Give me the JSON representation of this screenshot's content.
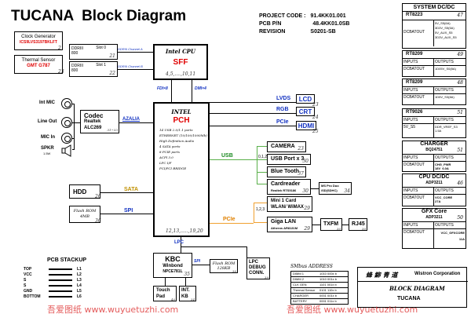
{
  "header": {
    "title": "TUCANA  Block Diagram",
    "project_code_label": "PROJECT CODE :",
    "project_code": "91.4KK01.001",
    "pcb_pn_label": "PCB P/N",
    "pcb_pn": "48.4KK01.0SB",
    "revision_label": "REVISION",
    "revision": "S0201-SB"
  },
  "clock_gen": {
    "title": "Clock Generator",
    "part": "ICS9LVS3197BKLFT",
    "page": "2"
  },
  "thermal": {
    "title": "Thermal Sensor",
    "part": "GMT G787",
    "page": "23"
  },
  "ddr0": {
    "label": "DDRIII\n800",
    "slot": "Slot 0",
    "page": "21",
    "channel": "DDRIII Channel A"
  },
  "ddr1": {
    "label": "DDRIII\n800",
    "slot": "Slot 1",
    "page": "22",
    "channel": "DDRIII Channel B"
  },
  "cpu": {
    "title": "Intel CPU",
    "name": "SFF",
    "pages": "4,5,....,10,11"
  },
  "links": {
    "fdi": "FDI×8",
    "dmi": "DMI×4",
    "azalia": "AZALIA",
    "sata": "SATA",
    "spi": "SPI",
    "lpc": "LPC",
    "usb": "USB",
    "pcie": "PCIe",
    "lvds": "LVDS",
    "rgb": "RGB",
    "pcie_hdmi": "PCIe",
    "spi2": "SPI"
  },
  "pch": {
    "vendor": "INTEL",
    "name": "PCH",
    "features": [
      "14 USB 2.0/1.1 ports",
      "ETHERNET    (10/100/1000Mb)",
      "High Definition Audio",
      "4 SATA ports",
      "8 PCIE ports",
      "ACPI 3.0",
      "LPC I/F",
      "PCI/PCI BRIDGE"
    ],
    "pages": "12,13,.....,19,20"
  },
  "audio": {
    "int_mic": "Int MIC",
    "line_out": "Line Out",
    "mic_in": "MIC In",
    "spkr": "SPKR",
    "spkr_w": "1.5W",
    "codec_title": "Codec",
    "codec_vendor": "Realtek",
    "codec_part": "ALC269",
    "codec_pages": "31~33"
  },
  "hdd": {
    "label": "HDD",
    "page": "26"
  },
  "flash": {
    "label": "Flash ROM\n4MB",
    "page": "36"
  },
  "right_blocks": {
    "lcd": {
      "label": "LCD",
      "page": "23"
    },
    "crt": {
      "label": "CRT",
      "page": "24"
    },
    "hdmi": {
      "label": "HDMI",
      "page": "25"
    },
    "camera": {
      "label": "CAMERA",
      "page": "23"
    },
    "usbport": {
      "label": "USB Port x 3",
      "page": "30"
    },
    "bluetooth": {
      "label": "Blue Tooth",
      "page": "37"
    },
    "cardreader": {
      "label": "Cardreader",
      "sub": "Realtek RTS5186",
      "page": "30"
    },
    "ms": {
      "label": "MS Pro Duo\n/SD(SDHC)",
      "page": "34"
    },
    "minicard": {
      "label": "Mini 1 Card\nWLAN/ WiMAX",
      "page": "29"
    },
    "gigalan": {
      "label": "Giga LAN",
      "sub": "Atheros AR8131M",
      "page": "29"
    },
    "txfm": {
      "label": "TXFM",
      "page": "30"
    },
    "rj45": {
      "label": "RJ45",
      "page": "30"
    },
    "usb_nums": "0,1,2",
    "pcie_nums": "1,2,3"
  },
  "kbc": {
    "title": "KBC",
    "vendor": "Winbond",
    "part": "NPCE781L",
    "page": "35"
  },
  "flash2": {
    "label": "Flash ROM\n128KB",
    "page": "36"
  },
  "lpc_debug": {
    "label": "LPC\nDEBUG\nCONN.",
    "page": "39"
  },
  "touchpad": {
    "label": "Touch\nPad",
    "page": "40"
  },
  "intkb": {
    "label": "INT.\nKB",
    "page": "34"
  },
  "stackup": {
    "title": "PCB STACKUP",
    "rows": [
      {
        "name": "TOP",
        "layer": "L1"
      },
      {
        "name": "VCC",
        "layer": "L2"
      },
      {
        "name": "S",
        "layer": "L3"
      },
      {
        "name": "S",
        "layer": "L4"
      },
      {
        "name": "GND",
        "layer": "L5"
      },
      {
        "name": "BOTTOM",
        "layer": "L6"
      }
    ]
  },
  "smbus": {
    "title": "SMbus ADDRESS",
    "rows": [
      {
        "name": "DIMM 1",
        "addr": "1010 000x b"
      },
      {
        "name": "DIMM 2",
        "addr": "1010 001x b"
      },
      {
        "name": "CLK GEN",
        "addr": "1101 001x b"
      },
      {
        "name": "Thermal Sensor",
        "addr": "0101 110x b"
      },
      {
        "name": "CHARGER",
        "addr": "0001 001x b"
      },
      {
        "name": "BATTERY",
        "addr": "0001 011x b"
      }
    ]
  },
  "titleblock": {
    "company": "Wistron Corporation",
    "title": "BLOCK DIAGRAM",
    "project": "TUCANA",
    "stamp": "蜂 鉚 青 道"
  },
  "rc": {
    "system": {
      "title": "SYSTEM DC/DC",
      "part": "RT8223",
      "page": "47",
      "in": "DCBATOUT",
      "out": "5V_S5(6A)\n3D3V_S5(5A)\n5V_AUX_S5\n3D3V_AUX_S5"
    },
    "rt8209a": {
      "part": "RT8209",
      "page": "49",
      "in": "DCBATOUT",
      "out": "1D05V_S0(8A)"
    },
    "rt8209b": {
      "part": "RT8209",
      "page": "48",
      "in": "DCBATOUT",
      "out": "1D5V_S3(8A)"
    },
    "rt9026": {
      "part": "RT9026",
      "page": "51",
      "in": "5V_S5",
      "out": "DDR_VREF_S3\n1.5A"
    },
    "charger": {
      "title": "CHARGER",
      "part": "BQ24751",
      "page": "51",
      "in": "DCBATOUT",
      "out": "CHG_PWR\n18V  6.0A"
    },
    "cpucore": {
      "title": "CPU DC/DC",
      "part": "ADP3211",
      "page": "46",
      "in": "DCBATOUT",
      "out": "VCC_CORE\n27A"
    },
    "gfxcore": {
      "title": "GFX Core",
      "part": "ADP3211",
      "page": "50",
      "in": "DCBATOUT",
      "out": "VCC_GFXCORE\n11A"
    },
    "inputs": "INPUTS",
    "outputs": "OUTPUTS"
  },
  "watermark": "吾爱图纸  www.wuyuetuzhi.com"
}
